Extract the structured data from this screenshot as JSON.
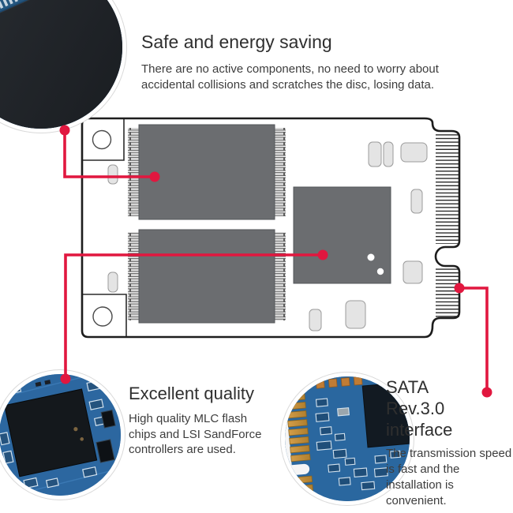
{
  "sections": {
    "safe": {
      "title": "Safe and energy saving",
      "description": "There are no active components, no need to worry about accidental collisions and scratches the disc, losing data."
    },
    "quality": {
      "title": "Excellent quality",
      "description": "High quality MLC flash chips and LSI SandForce controllers are used."
    },
    "sata": {
      "title_line1": "SATA",
      "title_line2": "Rev.3.0 interface",
      "description": "The transmission speed is fast and the installation is convenient."
    }
  },
  "illustrations": {
    "board_diagram": "msata-ssd-outline-diagram",
    "photo_top_left": "flash-chip-photo",
    "photo_bottom_left": "controller-chip-photo",
    "photo_bottom_center": "gold-edge-connector-photo"
  },
  "colors": {
    "accent_red": "#e1173f",
    "chip_gray": "#6b6d70",
    "pcb_blue": "#2c67a0",
    "gold": "#c8923e"
  }
}
